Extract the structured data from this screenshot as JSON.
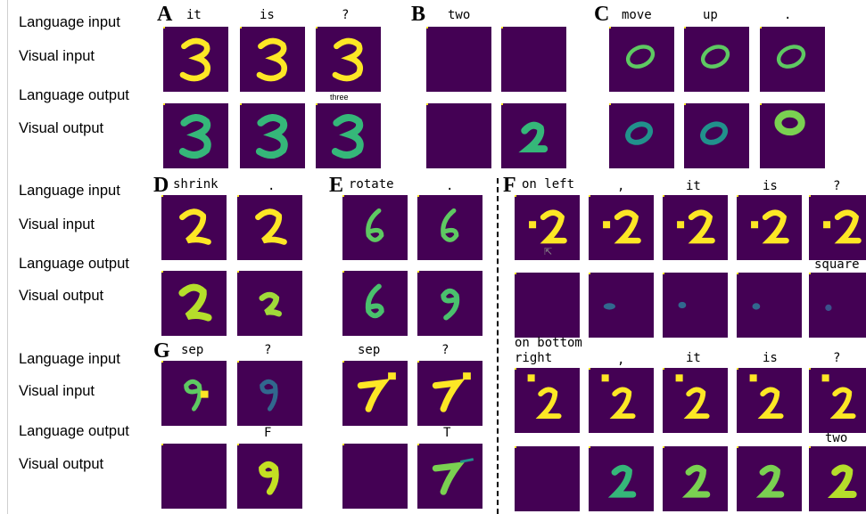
{
  "row_labels": {
    "language_input": "Language input",
    "visual_input": "Visual input",
    "language_output": "Language output",
    "visual_output": "Visual output"
  },
  "panels": {
    "A": {
      "letter": "A",
      "words": [
        "it",
        "is",
        "?"
      ],
      "output_word": "three"
    },
    "B": {
      "letter": "B",
      "words": [
        "two"
      ]
    },
    "C": {
      "letter": "C",
      "words": [
        "move",
        "up",
        "."
      ]
    },
    "D": {
      "letter": "D",
      "words": [
        "shrink",
        "."
      ]
    },
    "E": {
      "letter": "E",
      "words": [
        "rotate",
        "."
      ]
    },
    "F": {
      "letter": "F",
      "words": [
        "on left",
        ",",
        "it",
        "is",
        "?"
      ],
      "output_word": "square",
      "words2_line1": "on bottom",
      "words2_line2": "right",
      "words2": [
        ",",
        "it",
        "is",
        "?"
      ],
      "output_word2": "two"
    },
    "G": {
      "letter": "G",
      "words": [
        "sep",
        "?"
      ],
      "output_word": "F",
      "words_b": [
        "sep",
        "?"
      ],
      "output_word_b": "T"
    }
  },
  "colors": {
    "background": "#440154",
    "digit": "#fde725",
    "digit_mid": "#35b779",
    "digit_dark": "#31688e"
  }
}
